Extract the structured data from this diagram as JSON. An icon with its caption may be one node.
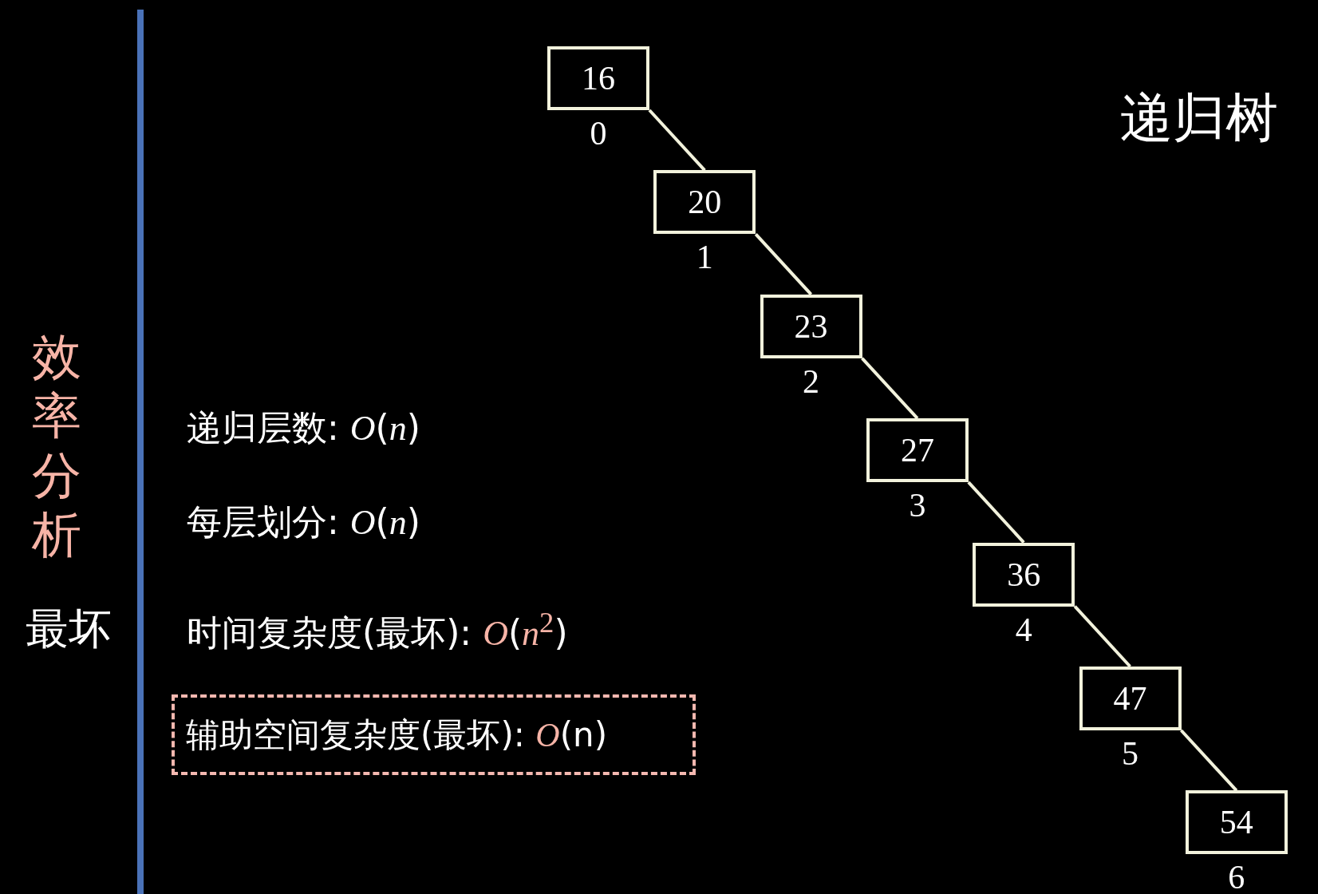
{
  "diagram": {
    "nodes": [
      {
        "text": [
          "16"
        ],
        "beside": [
          "0"
        ]
      },
      {
        "text": [
          "20"
        ],
        "beside": [
          "1"
        ]
      },
      {
        "text": [
          "23"
        ],
        "beside": [
          "2"
        ]
      },
      {
        "text": [
          "27"
        ],
        "beside": [
          "3"
        ]
      },
      {
        "text": [
          "36"
        ],
        "beside": [
          "4"
        ]
      },
      {
        "text": [
          "47"
        ],
        "beside": [
          "5"
        ]
      },
      {
        "text": [
          "54"
        ],
        "beside": [
          "6"
        ]
      },
      {
        "text": [
          "辅助空间复杂度(最坏): *O*(n)"
        ]
      }
    ],
    "edges": [
      {
        "from": 0,
        "to": 1,
        "arrow": "none"
      },
      {
        "from": 1,
        "to": 2,
        "arrow": "none"
      },
      {
        "from": 2,
        "to": 3,
        "arrow": "none"
      },
      {
        "from": 3,
        "to": 4,
        "arrow": "none"
      },
      {
        "from": 4,
        "to": 5,
        "arrow": "none"
      },
      {
        "from": 5,
        "to": 6,
        "arrow": "none"
      }
    ],
    "labels": [
      "递归树",
      "效率分析",
      "最坏",
      "递归层数: *O*(*n*)",
      "每层划分: *O*(*n*)",
      "时间复杂度(最坏): *O*(*n*$^{2}$)"
    ]
  }
}
